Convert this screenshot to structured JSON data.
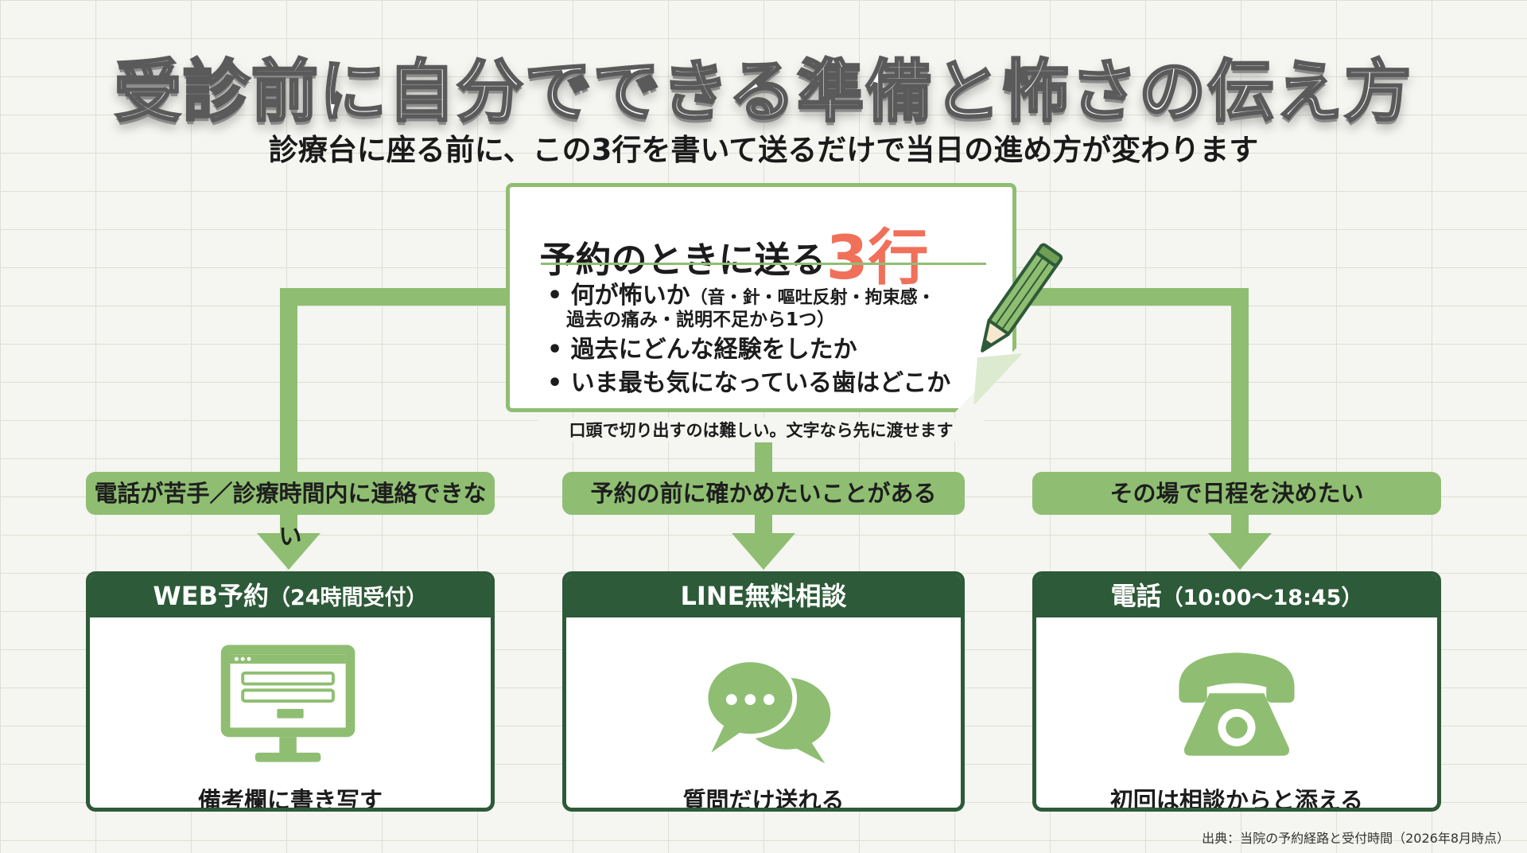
{
  "title": "受診前に自分でできる準備と怖さの伝え方",
  "subtitle": "診療台に座る前に、この3行を書いて送るだけで当日の進め方が変わります",
  "note": {
    "heading": "予約のときに送る",
    "heading_accent": "3行",
    "bullets": [
      {
        "main": "何が怖いか",
        "detail": "（音・針・嘔吐反射・拘束感・",
        "detail_cont": "過去の痛み・説明不足から1つ）"
      },
      {
        "main": "過去にどんな経験をしたか"
      },
      {
        "main": "いま最も気になっている歯はどこか"
      }
    ],
    "bullet_mark": "•",
    "caption": "口頭で切り出すのは難しい。文字なら先に渡せます",
    "icon": "pencil-icon"
  },
  "conditions": [
    "電話が苦手／診療時間内に連絡できない",
    "予約の前に確かめたいことがある",
    "その場で日程を決めたい"
  ],
  "options": [
    {
      "title": "WEB予約",
      "title_paren": "（24時間受付）",
      "icon": "monitor-form-icon",
      "note": "備考欄に書き写す"
    },
    {
      "title": "LINE無料相談",
      "title_paren": "",
      "icon": "chat-bubbles-icon",
      "note": "質問だけ送れる"
    },
    {
      "title": "電話",
      "title_paren": "（10:00〜18:45）",
      "icon": "telephone-icon",
      "note": "初回は相談からと添える"
    }
  ],
  "source": "出典：当院の予約経路と受付時間（2026年8月時点）",
  "colors": {
    "accent_green": "#8fbe72",
    "dark_green": "#2d5a38",
    "highlight_red": "#f0705a",
    "background": "#f5f5f1"
  }
}
